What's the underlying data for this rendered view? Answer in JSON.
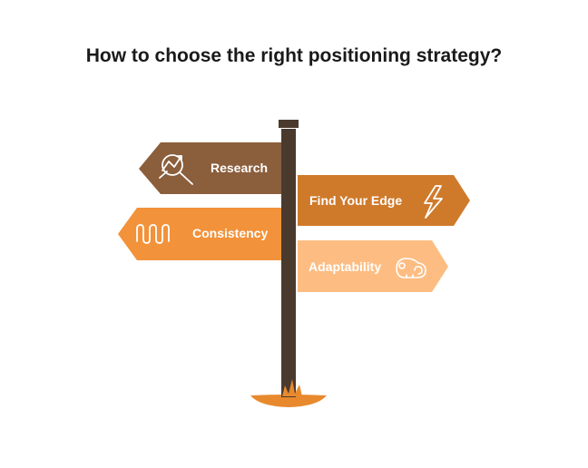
{
  "title": "How to choose the right positioning strategy?",
  "signs": [
    {
      "label": "Research",
      "icon": "research-chart-magnifier-icon",
      "color": "#8b5e3c",
      "side": "left"
    },
    {
      "label": "Find Your Edge",
      "icon": "lightning-bolt-icon",
      "color": "#cf7a2b",
      "side": "right"
    },
    {
      "label": "Consistency",
      "icon": "waveform-icon",
      "color": "#f2923a",
      "side": "left"
    },
    {
      "label": "Adaptability",
      "icon": "chameleon-icon",
      "color": "#fdbd82",
      "side": "right"
    }
  ],
  "colors": {
    "post": "#4a3a2e",
    "ground": "#e8892e",
    "text": "#ffffff"
  }
}
